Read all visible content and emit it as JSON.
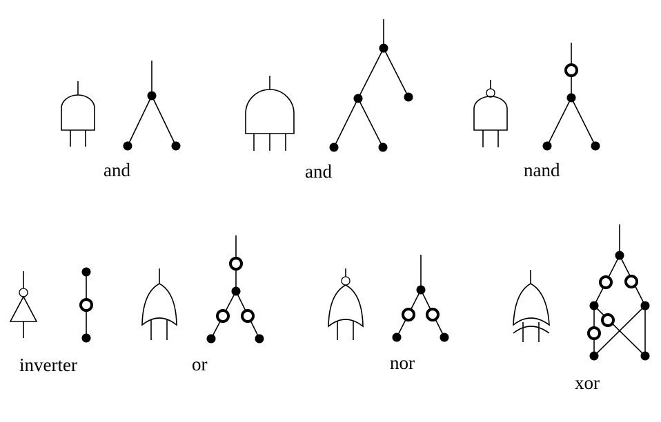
{
  "labels": {
    "and_2": "and",
    "and_3": "and",
    "nand": "nand",
    "inverter": "inverter",
    "or": "or",
    "nor": "nor",
    "xor": "xor"
  },
  "colors": {
    "ink": "#000000",
    "background": "#ffffff"
  }
}
